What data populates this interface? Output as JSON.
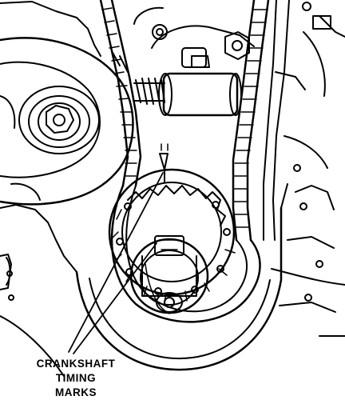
{
  "callout": {
    "line1": "CRANKSHAFT",
    "line2": "TIMING",
    "line3": "MARKS"
  },
  "colors": {
    "ink": "#000000",
    "paper": "#ffffff"
  }
}
